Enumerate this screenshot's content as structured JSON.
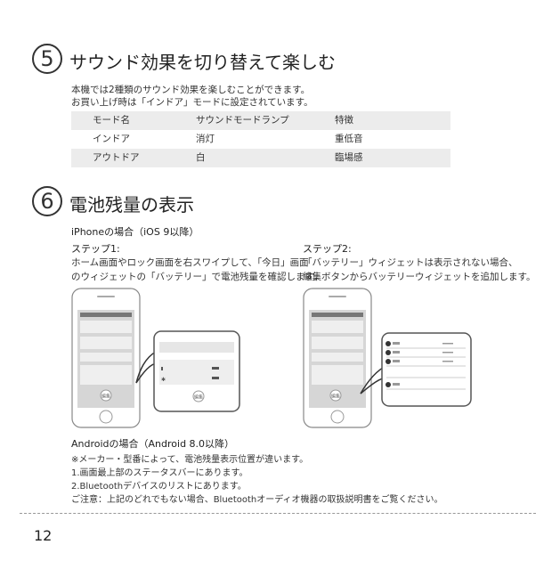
{
  "sec5": {
    "num": "5",
    "title": "サウンド効果を切り替えて楽しむ",
    "line1": "本機では2種類のサウンド効果を楽しむことができます。",
    "line2": "お買い上げ時は「インドア」モードに設定されています。",
    "table": {
      "headers": [
        "モード名",
        "サウンドモードランプ",
        "特徴"
      ],
      "rows": [
        [
          "インドア",
          "消灯",
          "重低音"
        ],
        [
          "アウトドア",
          "白",
          "臨場感"
        ]
      ]
    }
  },
  "sec6": {
    "num": "6",
    "title": "電池残量の表示",
    "iphone_heading": "iPhoneの場合（iOS 9以降）",
    "step1_label": "ステップ1:",
    "step1_line1": "ホーム画面やロック画面を右スワイプして、「今日」画面",
    "step1_line2": "のウィジェットの「バッテリー」で電池残量を確認します。",
    "step2_label": "ステップ2:",
    "step2_line1": "「バッテリー」ウィジェットは表示されない場合、",
    "step2_line2": "編集ボタンからバッテリーウィジェットを追加します。",
    "phone_button": "編集",
    "android_heading": "Androidの場合（Android 8.0以降）",
    "android_lines": [
      "※メーカー・型番によって、電池残量表示位置が違います。",
      "1.画面最上部のステータスバーにあります。",
      "2.Bluetoothデバイスのリストにあります。",
      "ご注意：上記のどれでもない場合、Bluetoothオーディオ機器の取扱説明書をご覧ください。"
    ]
  },
  "page_number": "12"
}
